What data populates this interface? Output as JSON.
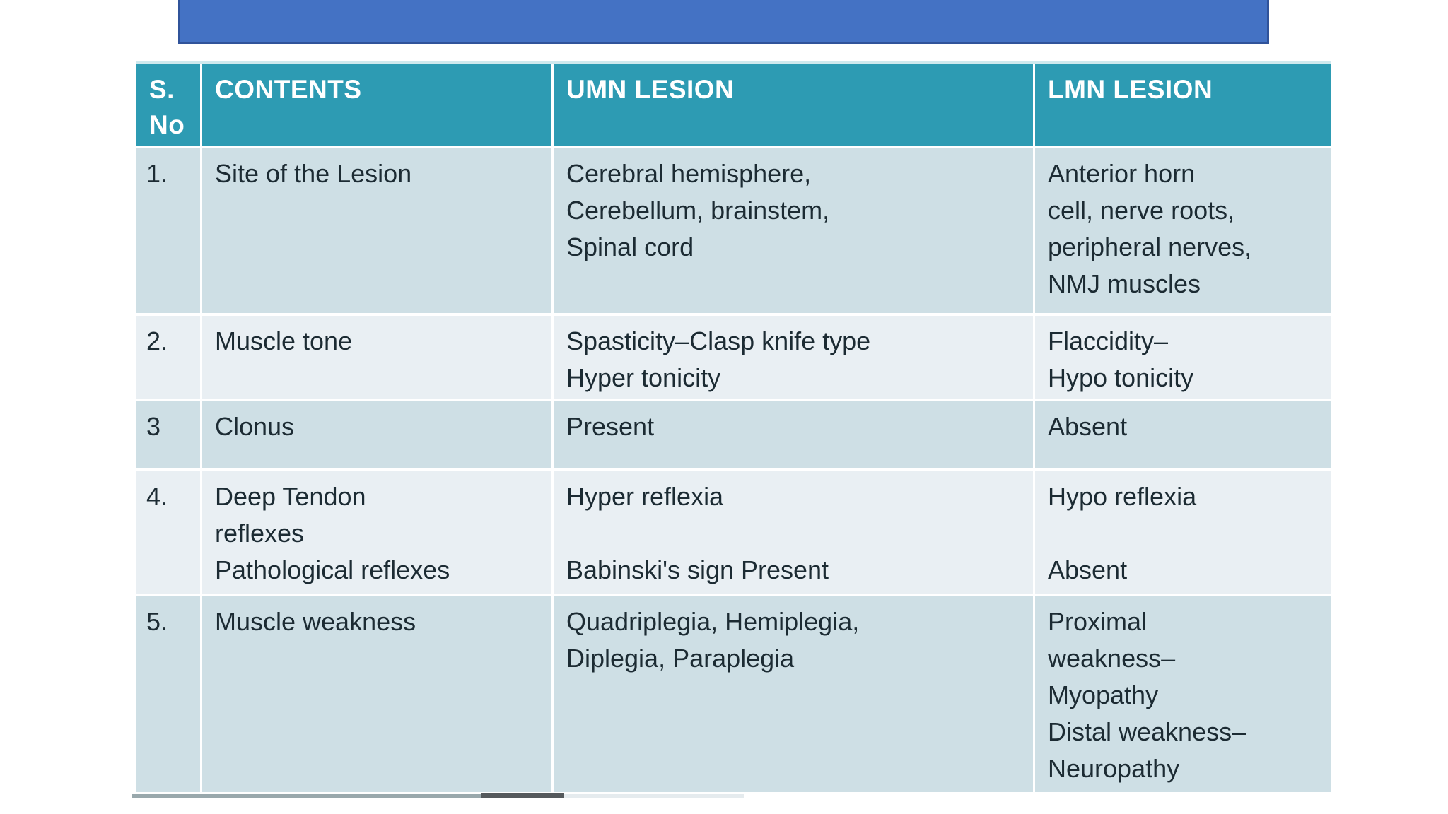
{
  "banner": {
    "label": ""
  },
  "table": {
    "headers": {
      "sno": "S.\nNo",
      "contents": "CONTENTS",
      "umn": "UMN LESION",
      "lmn": "LMN LESION"
    },
    "rows": [
      {
        "no": "1.",
        "contents": "Site of the Lesion",
        "umn": "Cerebral hemisphere,\nCerebellum, brainstem,\nSpinal cord",
        "lmn": "Anterior horn\ncell, nerve roots,\nperipheral nerves,\nNMJ muscles"
      },
      {
        "no": "2.",
        "contents": "Muscle tone",
        "umn": "Spasticity–Clasp knife type\nHyper tonicity",
        "lmn": "Flaccidity–\nHypo tonicity"
      },
      {
        "no": "3",
        "contents": "Clonus",
        "umn": "Present",
        "lmn": "Absent"
      },
      {
        "no": "4.",
        "contents": "Deep Tendon\nreflexes\nPathological reflexes",
        "umn": "Hyper reflexia\n\nBabinski's sign Present",
        "lmn": "Hypo reflexia\n\nAbsent"
      },
      {
        "no": "5.",
        "contents": "Muscle weakness",
        "umn": "Quadriplegia, Hemiplegia,\nDiplegia, Paraplegia",
        "lmn": "Proximal\nweakness–\nMyopathy\nDistal weakness–\nNeuropathy"
      }
    ]
  },
  "colors": {
    "header_teal": "#2d9bb3",
    "row_dark": "#cedfe5",
    "row_light": "#e9eff3",
    "banner_fill": "#4472c4",
    "banner_border": "#30539a",
    "body_text": "#1c2b33",
    "header_text": "#ffffff"
  }
}
